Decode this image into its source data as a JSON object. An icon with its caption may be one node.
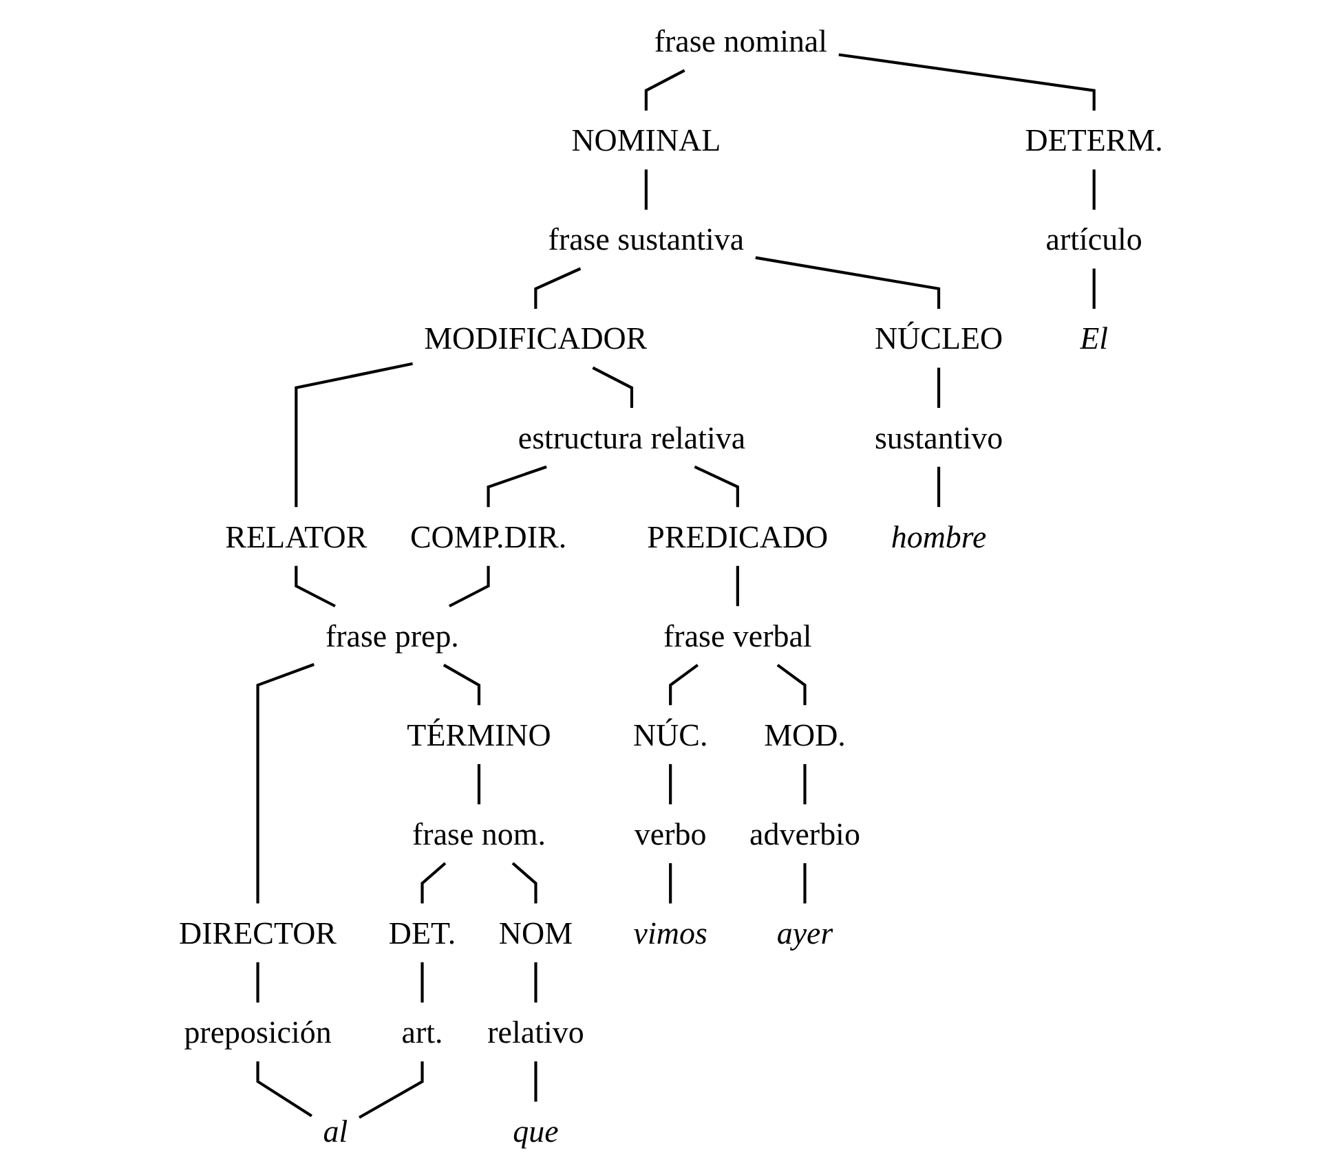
{
  "diagram": {
    "nodes": [
      {
        "text": [
          "frase nominal"
        ]
      },
      {
        "text": [
          "DETERM."
        ]
      },
      {
        "text": [
          "NOMINAL"
        ]
      },
      {
        "text": [
          "artículo"
        ]
      },
      {
        "text": [
          "frase sustantiva"
        ]
      },
      {
        "text": [
          "NÚCLEO"
        ]
      },
      {
        "text": [
          "MODIFICADOR"
        ]
      },
      {
        "text": [
          "sustantivo"
        ]
      },
      {
        "text": [
          "estructura relativa"
        ]
      },
      {
        "text": [
          "RELATOR"
        ]
      },
      {
        "text": [
          "COMP.DIR."
        ]
      },
      {
        "text": [
          "PREDICADO"
        ]
      },
      {
        "text": [
          "frase prep."
        ]
      },
      {
        "text": [
          "frase verbal"
        ]
      },
      {
        "text": [
          "DIRECTOR"
        ]
      },
      {
        "text": [
          "TÉRMINO"
        ]
      },
      {
        "text": [
          "NÚC."
        ]
      },
      {
        "text": [
          "MOD."
        ]
      },
      {
        "text": [
          "preposición"
        ]
      },
      {
        "text": [
          "frase nom."
        ]
      },
      {
        "text": [
          "verbo"
        ]
      },
      {
        "text": [
          "adverbio"
        ]
      },
      {
        "text": [
          "DET."
        ]
      },
      {
        "text": [
          "NOM"
        ]
      },
      {
        "text": [
          "art."
        ]
      },
      {
        "text": [
          "relativo"
        ]
      },
      {
        "text": [
          "El"
        ]
      },
      {
        "text": [
          "hombre"
        ]
      },
      {
        "text": [
          "al"
        ]
      },
      {
        "text": [
          "que"
        ]
      },
      {
        "text": [
          "vimos"
        ]
      },
      {
        "text": [
          "ayer"
        ]
      }
    ],
    "edges": [
      {
        "from": 0,
        "to": 1,
        "arrow": "none"
      },
      {
        "from": 0,
        "to": 2,
        "arrow": "none"
      },
      {
        "from": 1,
        "to": 3,
        "arrow": "none"
      },
      {
        "from": 2,
        "to": 4,
        "arrow": "none"
      },
      {
        "from": 4,
        "to": 5,
        "arrow": "none"
      },
      {
        "from": 4,
        "to": 6,
        "arrow": "none"
      },
      {
        "from": 5,
        "to": 7,
        "arrow": "none"
      },
      {
        "from": 6,
        "to": 8,
        "arrow": "none"
      },
      {
        "from": 6,
        "to": 9,
        "arrow": "none"
      },
      {
        "from": 8,
        "to": 10,
        "arrow": "none"
      },
      {
        "from": 8,
        "to": 11,
        "arrow": "none"
      },
      {
        "from": 9,
        "to": 12,
        "arrow": "none"
      },
      {
        "from": 10,
        "to": 12,
        "arrow": "none"
      },
      {
        "from": 11,
        "to": 13,
        "arrow": "none"
      },
      {
        "from": 12,
        "to": 14,
        "arrow": "none"
      },
      {
        "from": 12,
        "to": 15,
        "arrow": "none"
      },
      {
        "from": 13,
        "to": 16,
        "arrow": "none"
      },
      {
        "from": 13,
        "to": 17,
        "arrow": "none"
      },
      {
        "from": 14,
        "to": 18,
        "arrow": "none"
      },
      {
        "from": 15,
        "to": 19,
        "arrow": "none"
      },
      {
        "from": 16,
        "to": 20,
        "arrow": "none"
      },
      {
        "from": 17,
        "to": 21,
        "arrow": "none"
      },
      {
        "from": 19,
        "to": 22,
        "arrow": "none"
      },
      {
        "from": 19,
        "to": 23,
        "arrow": "none"
      },
      {
        "from": 22,
        "to": 24,
        "arrow": "none"
      },
      {
        "from": 23,
        "to": 25,
        "arrow": "none"
      },
      {
        "from": 3,
        "to": 26,
        "arrow": "none"
      },
      {
        "from": 7,
        "to": 27,
        "arrow": "none"
      },
      {
        "from": 18,
        "to": 28,
        "arrow": "none"
      },
      {
        "from": 24,
        "to": 28,
        "arrow": "none"
      },
      {
        "from": 25,
        "to": 29,
        "arrow": "none"
      },
      {
        "from": 20,
        "to": 30,
        "arrow": "none"
      },
      {
        "from": 21,
        "to": 31,
        "arrow": "none"
      }
    ]
  }
}
